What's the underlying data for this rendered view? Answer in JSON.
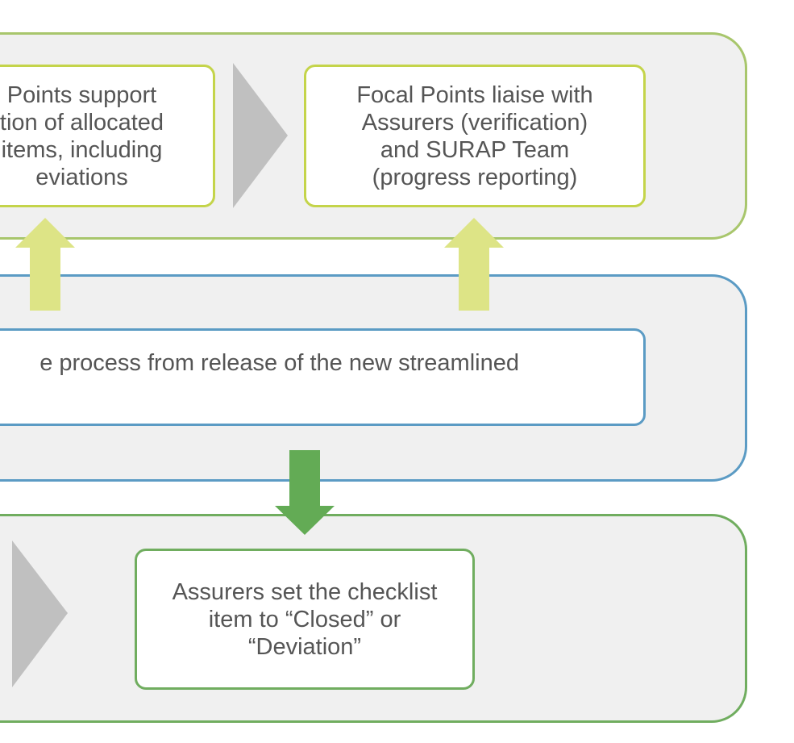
{
  "steps": {
    "support": "Points support\ntion of allocated\nitems, including\neviations",
    "liaise": "Focal Points liaise with\nAssurers (verification)\nand SURAP Team\n(progress reporting)",
    "process": "e process from release of the new streamlined",
    "assurers": "Assurers set the checklist\nitem to “Closed” or\n“Deviation”"
  },
  "colors": {
    "top_panel_border": "#a8c66c",
    "middle_panel_border": "#5b9bc4",
    "bottom_panel_border": "#70ad5f",
    "step_box_border_top": "#c4d44a",
    "panel_fill": "#f0f0f0",
    "chevron": "#c0c0c0",
    "up_arrow": "#dde486",
    "down_arrow": "#63ab55",
    "text": "#555555"
  }
}
